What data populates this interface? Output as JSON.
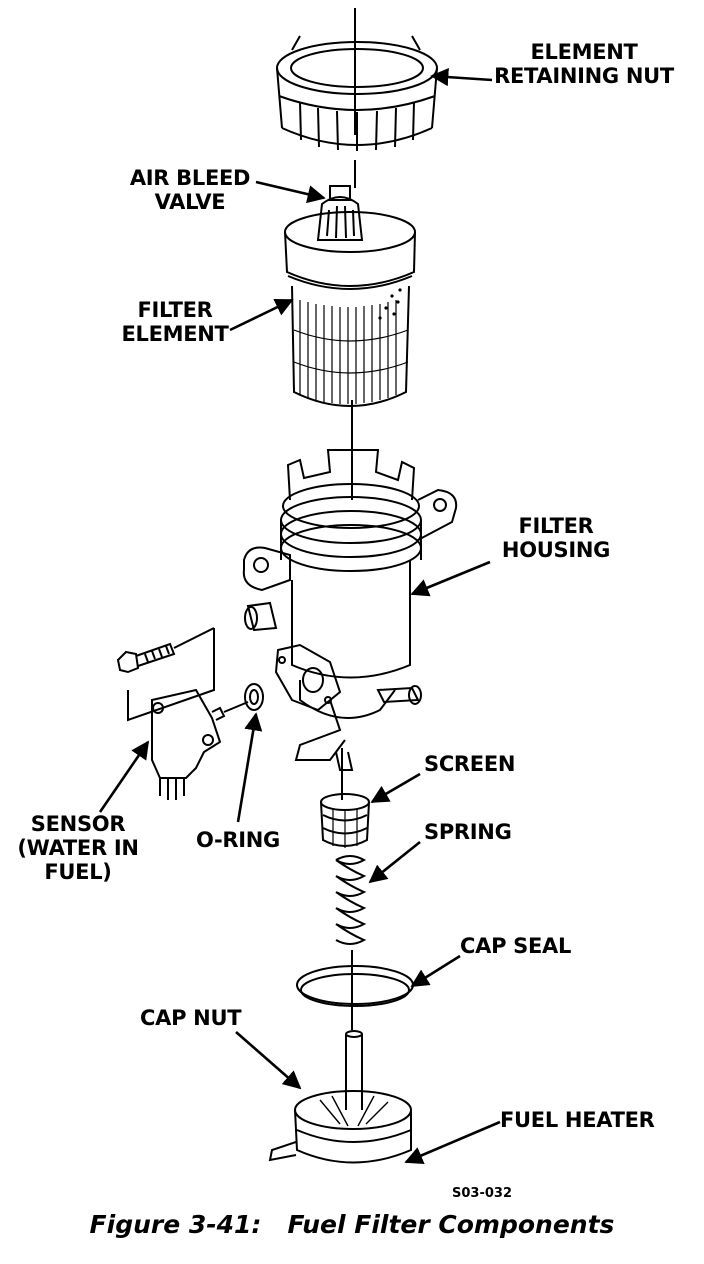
{
  "labels": {
    "element_retaining_nut": [
      "ELEMENT",
      "RETAINING NUT"
    ],
    "air_bleed_valve": [
      "AIR BLEED",
      "VALVE"
    ],
    "filter_element": [
      "FILTER",
      "ELEMENT"
    ],
    "filter_housing": [
      "FILTER",
      "HOUSING"
    ],
    "sensor": [
      "SENSOR",
      "(WATER IN",
      "FUEL)"
    ],
    "o_ring": "O-RING",
    "screen": "SCREEN",
    "spring": "SPRING",
    "cap_seal": "CAP SEAL",
    "cap_nut": "CAP NUT",
    "fuel_heater": "FUEL HEATER"
  },
  "figure_code": "S03-032",
  "caption": "Figure 3-41:   Fuel Filter Components"
}
